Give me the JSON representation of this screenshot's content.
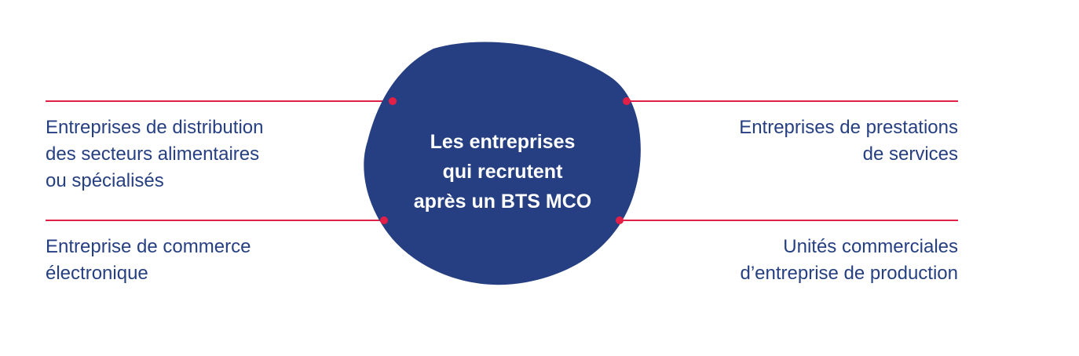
{
  "colors": {
    "blob": "#253f82",
    "line": "#e21f47",
    "text": "#253f82",
    "center_text": "#ffffff"
  },
  "center": {
    "label": "Les entreprises\nqui recrutent\naprès un BTS MCO"
  },
  "branches": {
    "top_left": "Entreprises de distribution\ndes secteurs alimentaires\nou spécialisés",
    "bottom_left": "Entreprise de commerce\nélectronique",
    "top_right": "Entreprises de prestations\nde services",
    "bottom_right": "Unités commerciales\nd’entreprise de production"
  }
}
